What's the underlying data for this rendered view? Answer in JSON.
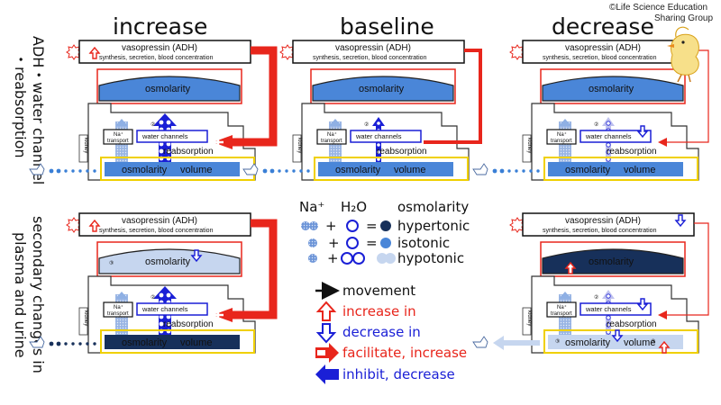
{
  "copyright": {
    "line1": "©Life Science Education",
    "line2": "Sharing Group"
  },
  "columns": {
    "increase": "increase",
    "baseline": "baseline",
    "decrease": "decrease"
  },
  "rows": {
    "top": {
      "line1": "ADH・water channel",
      "line2": "・reabsorption"
    },
    "bottom": {
      "line1": "secondary changes in",
      "line2": "plasma and urine"
    }
  },
  "panel": {
    "adh_title": "vasopressin (ADH)",
    "adh_sub": "synthesis, secretion, blood concentration",
    "osmolarity": "osmolarity",
    "na_transport_1": "Na⁺",
    "na_transport_2": "transport",
    "water_channels": "water channels",
    "reabsorption": "reabsorption",
    "volume": "volume",
    "kidney": "kidney",
    "circle_2": "②",
    "circle_3": "③"
  },
  "legend": {
    "na": "Na⁺",
    "h2o": "H₂O",
    "osmolarity": "osmolarity",
    "hypertonic": "hypertonic",
    "isotonic": "isotonic",
    "hypotonic": "hypotonic",
    "plus": "+",
    "equals": "=",
    "movement": "movement",
    "increase_in": "increase in",
    "decrease_in": "decrease in",
    "facilitate": "facilitate, increase",
    "inhibit": "inhibit, decrease"
  },
  "colors": {
    "red": "#e8261c",
    "blue": "#1a1fd6",
    "iso": "#4a86d8",
    "hyper": "#17305a",
    "hypo": "#c6d6ef",
    "yellow": "#f0d000",
    "urine_blue": "#3a7fd6"
  }
}
